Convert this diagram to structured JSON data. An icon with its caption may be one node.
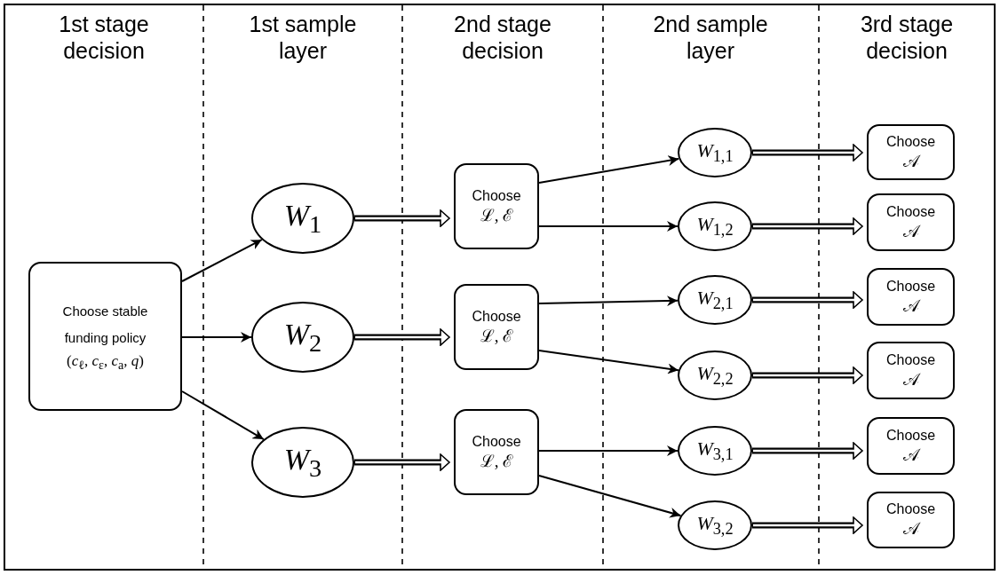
{
  "diagram": {
    "nodes": [
      {
        "text": [
          "Choose stable funding policy",
          "(*c*$_{ℓ}$, *c*$_{ε}$, *c*$_{a}$, *q*)"
        ]
      },
      {
        "text": [
          "*W*$_{1}$"
        ]
      },
      {
        "text": [
          "*W*$_{2}$"
        ]
      },
      {
        "text": [
          "*W*$_{3}$"
        ]
      },
      {
        "text": [
          "Choose",
          "ℒ, ℰ"
        ]
      },
      {
        "text": [
          "Choose",
          "ℒ, ℰ"
        ]
      },
      {
        "text": [
          "Choose",
          "ℒ, ℰ"
        ]
      },
      {
        "text": [
          "*W*$_{1,1}$"
        ]
      },
      {
        "text": [
          "*W*$_{1,2}$"
        ]
      },
      {
        "text": [
          "*W*$_{2,1}$"
        ]
      },
      {
        "text": [
          "*W*$_{2,2}$"
        ]
      },
      {
        "text": [
          "*W*$_{3,1}$"
        ]
      },
      {
        "text": [
          "*W*$_{3,2}$"
        ]
      },
      {
        "text": [
          "Choose",
          "𝒜"
        ]
      },
      {
        "text": [
          "Choose",
          "𝒜"
        ]
      },
      {
        "text": [
          "Choose",
          "𝒜"
        ]
      },
      {
        "text": [
          "Choose",
          "𝒜"
        ]
      },
      {
        "text": [
          "Choose",
          "𝒜"
        ]
      },
      {
        "text": [
          "Choose",
          "𝒜"
        ]
      }
    ],
    "edges": [
      {
        "from": 0,
        "to": 1,
        "arrow": "to"
      },
      {
        "from": 0,
        "to": 2,
        "arrow": "to"
      },
      {
        "from": 0,
        "to": 3,
        "arrow": "to"
      },
      {
        "from": 1,
        "to": 4,
        "arrow": "to",
        "style": "thick"
      },
      {
        "from": 2,
        "to": 5,
        "arrow": "to",
        "style": "thick"
      },
      {
        "from": 3,
        "to": 6,
        "arrow": "to",
        "style": "thick"
      },
      {
        "from": 4,
        "to": 7,
        "arrow": "to"
      },
      {
        "from": 4,
        "to": 8,
        "arrow": "to"
      },
      {
        "from": 5,
        "to": 9,
        "arrow": "to"
      },
      {
        "from": 5,
        "to": 10,
        "arrow": "to"
      },
      {
        "from": 6,
        "to": 11,
        "arrow": "to"
      },
      {
        "from": 6,
        "to": 12,
        "arrow": "to"
      },
      {
        "from": 7,
        "to": 13,
        "arrow": "to",
        "style": "thick"
      },
      {
        "from": 8,
        "to": 14,
        "arrow": "to",
        "style": "thick"
      },
      {
        "from": 9,
        "to": 15,
        "arrow": "to",
        "style": "thick"
      },
      {
        "from": 10,
        "to": 16,
        "arrow": "to",
        "style": "thick"
      },
      {
        "from": 11,
        "to": 17,
        "arrow": "to",
        "style": "thick"
      },
      {
        "from": 12,
        "to": 18,
        "arrow": "to",
        "style": "thick"
      }
    ],
    "labels": [
      "1st stage decision",
      "1st sample layer",
      "2nd stage decision",
      "2nd sample layer",
      "3rd stage decision"
    ]
  }
}
